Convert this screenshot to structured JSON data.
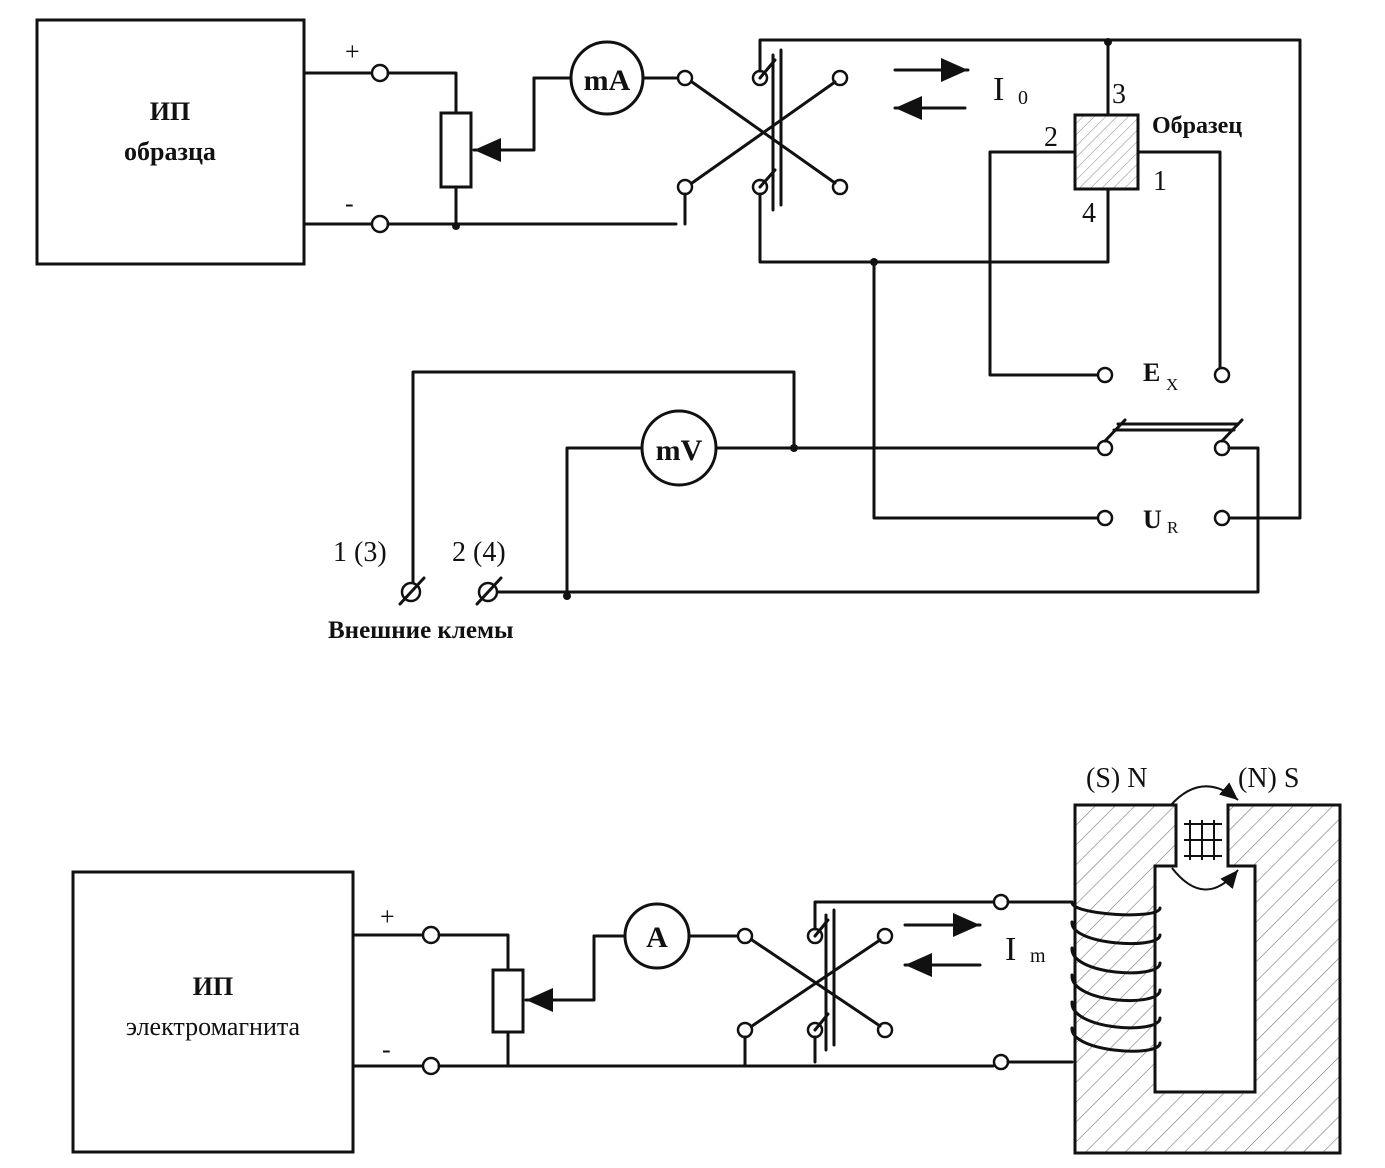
{
  "top": {
    "psu_line1": "ИП",
    "psu_line2": "образца",
    "plus": "+",
    "minus": "-",
    "ammeter": "mA",
    "current": "I",
    "current_sub": "0",
    "sample": "Образец",
    "pin1": "1",
    "pin2": "2",
    "pin3": "3",
    "pin4": "4",
    "ex": "E",
    "ex_sub": "X",
    "ur": "U",
    "ur_sub": "R",
    "voltmeter": "mV",
    "clamp1": "1 (3)",
    "clamp2": "2 (4)",
    "clamps": "Внешние клемы"
  },
  "bottom": {
    "psu_line1": "ИП",
    "psu_line2": "электромагнита",
    "plus": "+",
    "minus": "-",
    "ammeter": "A",
    "current": "I",
    "current_sub": "m",
    "pole_left": "(S) N",
    "pole_right": "(N) S"
  }
}
